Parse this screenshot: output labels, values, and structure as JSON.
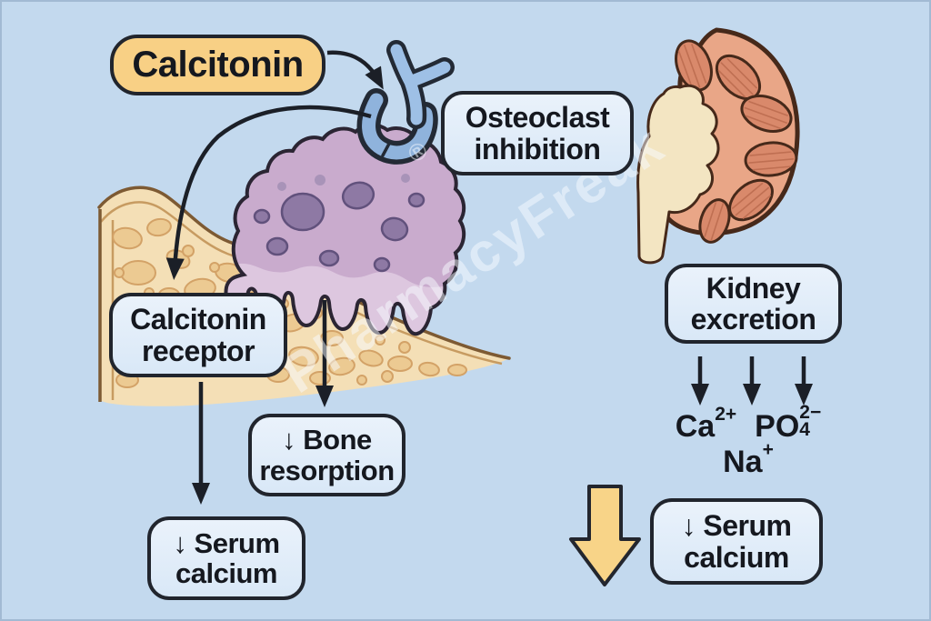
{
  "diagram": {
    "background_color": "#c3d9ee",
    "watermark": "PharmacyFreak",
    "watermark_symbol": "®",
    "labels": {
      "calcitonin": "Calcitonin",
      "osteoclast_inhibition": "Osteoclast\ninhibition",
      "calcitonin_receptor": "Calcitonin\nreceptor",
      "bone_resorption": "↓ Bone\nresorption",
      "serum_calcium_left": "↓ Serum\ncalcium",
      "kidney_excretion": "Kidney\nexcretion",
      "serum_calcium_right": "↓ Serum\ncalcium"
    },
    "ions": {
      "calcium": {
        "base": "Ca",
        "sup": "2+"
      },
      "phosphate": {
        "base": "PO",
        "sub": "4",
        "sup": "2−"
      },
      "sodium": {
        "base": "Na",
        "sup": "+"
      }
    },
    "icons": {
      "bone": "bone-cross-section-icon",
      "osteoclast": "osteoclast-cell-icon",
      "hormone": "calcitonin-hormone-icon",
      "receptor": "receptor-cup-icon",
      "kidney": "kidney-cross-section-icon",
      "big_arrow": "big-down-arrow-icon"
    },
    "colors": {
      "highlight_box": "#f8d085",
      "info_box": "#dce9f7",
      "outline": "#21252d",
      "bone_fill": "#f4dfb6",
      "bone_blob": "#ecca92",
      "osteoclast_fill": "#c9abcd",
      "receptor_blue": "#9ec0e6",
      "kidney_fill": "#e9a687",
      "big_arrow_fill": "#f8d488"
    }
  }
}
